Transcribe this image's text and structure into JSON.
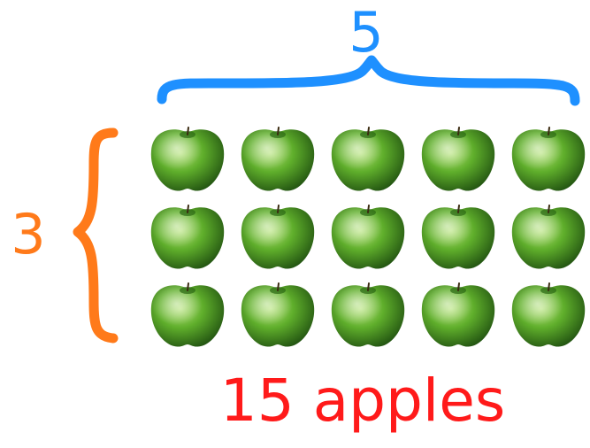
{
  "columns": {
    "label": "5",
    "color": "#1e90ff",
    "count": 5
  },
  "rows": {
    "label": "3",
    "color": "#ff7a1a",
    "count": 3
  },
  "total": {
    "label": "15 apples",
    "color": "#ff1a1a"
  },
  "apple": {
    "icon": "green-apple-icon",
    "body_color": "#4f9a23",
    "highlight_color": "#b6e37a",
    "shadow_color": "#1f4f10"
  }
}
